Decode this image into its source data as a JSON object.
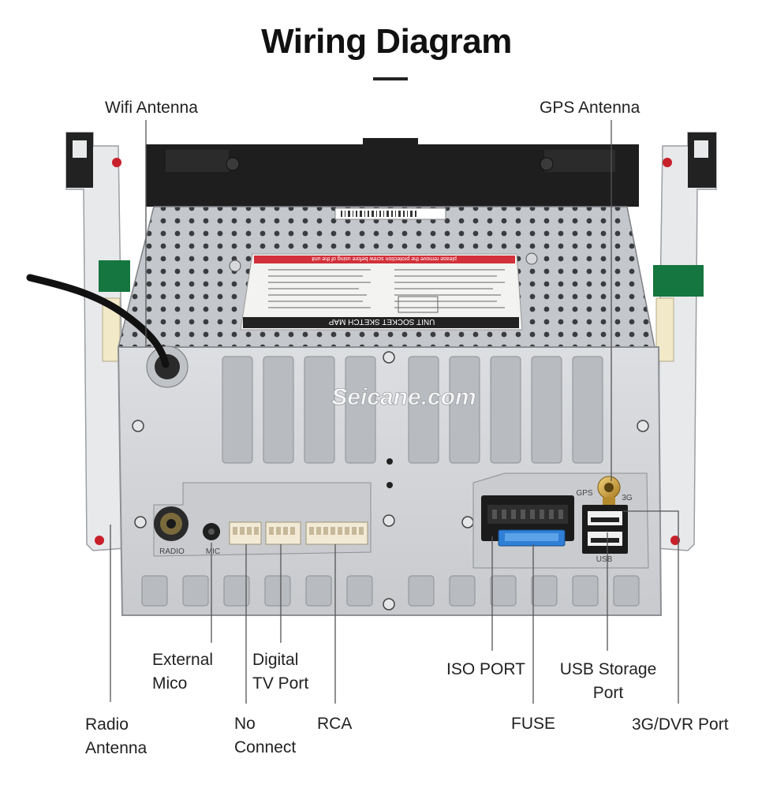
{
  "title": "Wiring Diagram",
  "watermark": "Seicane.com",
  "unit_labels": {
    "radio": "RADIO",
    "mic": "MIC",
    "gps": "GPS",
    "usb": "USB",
    "threeg": "3G",
    "sticker_title": "UNIT SOCKET SKETCH MAP",
    "sticker_warning": "please remove the protection screw before using of the unit"
  },
  "callouts": {
    "wifi_antenna": "Wifi Antenna",
    "gps_antenna": "GPS Antenna",
    "external_mico_1": "External",
    "external_mico_2": "Mico",
    "digital_tv_1": "Digital",
    "digital_tv_2": "TV Port",
    "iso_port": "ISO PORT",
    "usb_storage_1": "USB Storage",
    "usb_storage_2": "Port",
    "radio_antenna_1": "Radio",
    "radio_antenna_2": "Antenna",
    "no_connect_1": "No",
    "no_connect_2": "Connect",
    "rca": "RCA",
    "fuse": "FUSE",
    "dvr_port": "3G/DVR Port"
  },
  "colors": {
    "panel": "#d3d5d8",
    "panel_dark": "#a9acb0",
    "frame": "#1c1c1c",
    "bracket": "#e4e6e8",
    "leader": "#555555",
    "fuse": "#2f7fd6",
    "gold": "#c99a3a"
  }
}
